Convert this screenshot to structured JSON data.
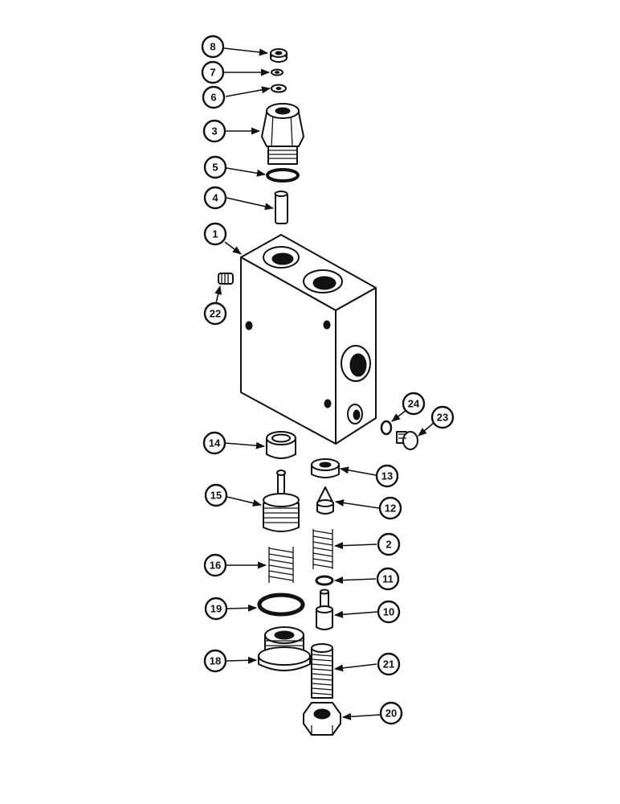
{
  "diagram": {
    "callouts": [
      {
        "id": "c8",
        "label": "8"
      },
      {
        "id": "c7",
        "label": "7"
      },
      {
        "id": "c6",
        "label": "6"
      },
      {
        "id": "c3",
        "label": "3"
      },
      {
        "id": "c5",
        "label": "5"
      },
      {
        "id": "c4",
        "label": "4"
      },
      {
        "id": "c1",
        "label": "1"
      },
      {
        "id": "c22",
        "label": "22"
      },
      {
        "id": "c24",
        "label": "24"
      },
      {
        "id": "c23",
        "label": "23"
      },
      {
        "id": "c14",
        "label": "14"
      },
      {
        "id": "c13",
        "label": "13"
      },
      {
        "id": "c15",
        "label": "15"
      },
      {
        "id": "c12",
        "label": "12"
      },
      {
        "id": "c2",
        "label": "2"
      },
      {
        "id": "c16",
        "label": "16"
      },
      {
        "id": "c11",
        "label": "11"
      },
      {
        "id": "c19",
        "label": "19"
      },
      {
        "id": "c10",
        "label": "10"
      },
      {
        "id": "c18",
        "label": "18"
      },
      {
        "id": "c21",
        "label": "21"
      },
      {
        "id": "c20",
        "label": "20"
      }
    ]
  }
}
